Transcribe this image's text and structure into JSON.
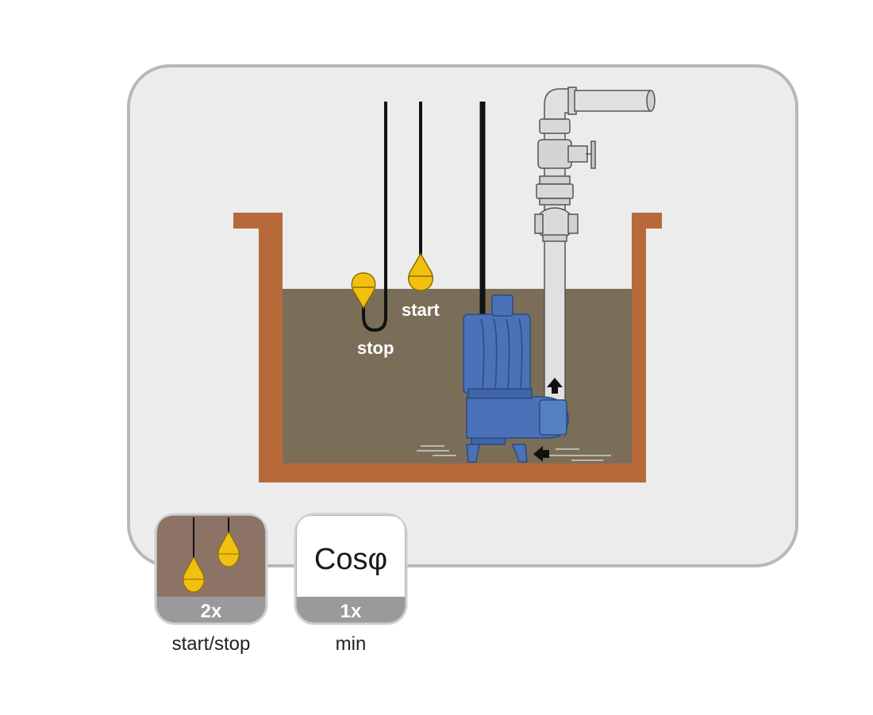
{
  "diagram": {
    "float_labels": {
      "stop": "stop",
      "start": "start"
    }
  },
  "badges": [
    {
      "count": "2x",
      "caption": "start/stop",
      "icon": "float-switch-icon",
      "bg": "#8c7365"
    },
    {
      "count": "1x",
      "caption": "min",
      "icon": "cos-phi-icon",
      "symbol": "Cosφ",
      "bg": "#ffffff"
    }
  ],
  "colors": {
    "panel": "#ececec",
    "tank_wall": "#b8693a",
    "liquid": "#7b6e59",
    "pump": "#4a72b8",
    "float": "#f2c10f",
    "pipe": "#e0e0e0",
    "badge_footer": "#9a9a9a"
  }
}
